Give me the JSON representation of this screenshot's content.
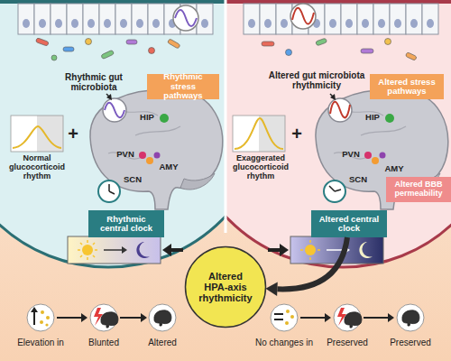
{
  "diagram": {
    "nodes": [
      {
        "text": [
          "Rhythmic stress pathways"
        ]
      },
      {
        "text": [
          "Rhythmic central clock"
        ]
      },
      {
        "text": [
          "Altered stress pathways"
        ]
      },
      {
        "text": [
          "Altered central clock"
        ]
      },
      {
        "text": [
          "Altered BBB permeability"
        ]
      },
      {
        "text": [
          "Altered HPA-axis rhythmicity"
        ]
      }
    ],
    "edges": [
      {
        "from": 3,
        "to": 5,
        "arrow": "to"
      }
    ],
    "labels": [
      "Rhythmic gut microbiota",
      "HIP",
      "PVN",
      "AMY",
      "SCN",
      "Normal glucocorticoid rhythm",
      "+",
      "Altered gut microbiota rhythmicity",
      "HIP",
      "PVN",
      "AMY",
      "SCN",
      "Exaggerated glucocorticoid rhythm",
      "+",
      "Elevation in",
      "Blunted",
      "Altered",
      "No changes in",
      "Preserved",
      "Preserved"
    ]
  }
}
